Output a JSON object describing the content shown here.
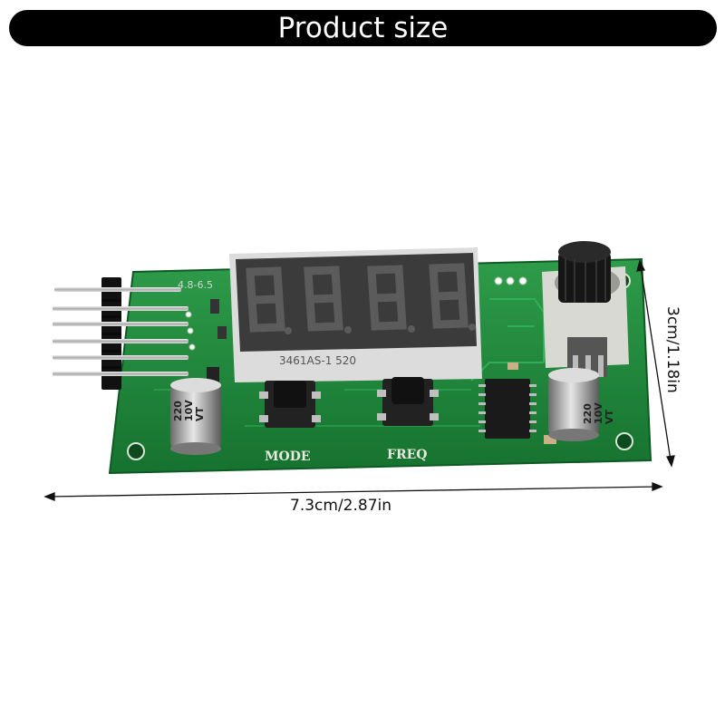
{
  "header": {
    "title": "Product size"
  },
  "dimensions": {
    "width_label": "7.3cm/2.87in",
    "height_label": "3cm/1.18in"
  },
  "board": {
    "display_part": "3461AS-1 520",
    "silkscreen_range": "4.8-6.5",
    "button_left_label": "MODE",
    "button_right_label": "FREQ",
    "capacitor_left": [
      "220",
      "10V",
      "VT"
    ],
    "capacitor_right": [
      "220",
      "10V",
      "VT"
    ]
  },
  "colors": {
    "pcb_green": "#1f8a3c",
    "header_bar": "#000000",
    "display_face": "#3a3a3a"
  }
}
